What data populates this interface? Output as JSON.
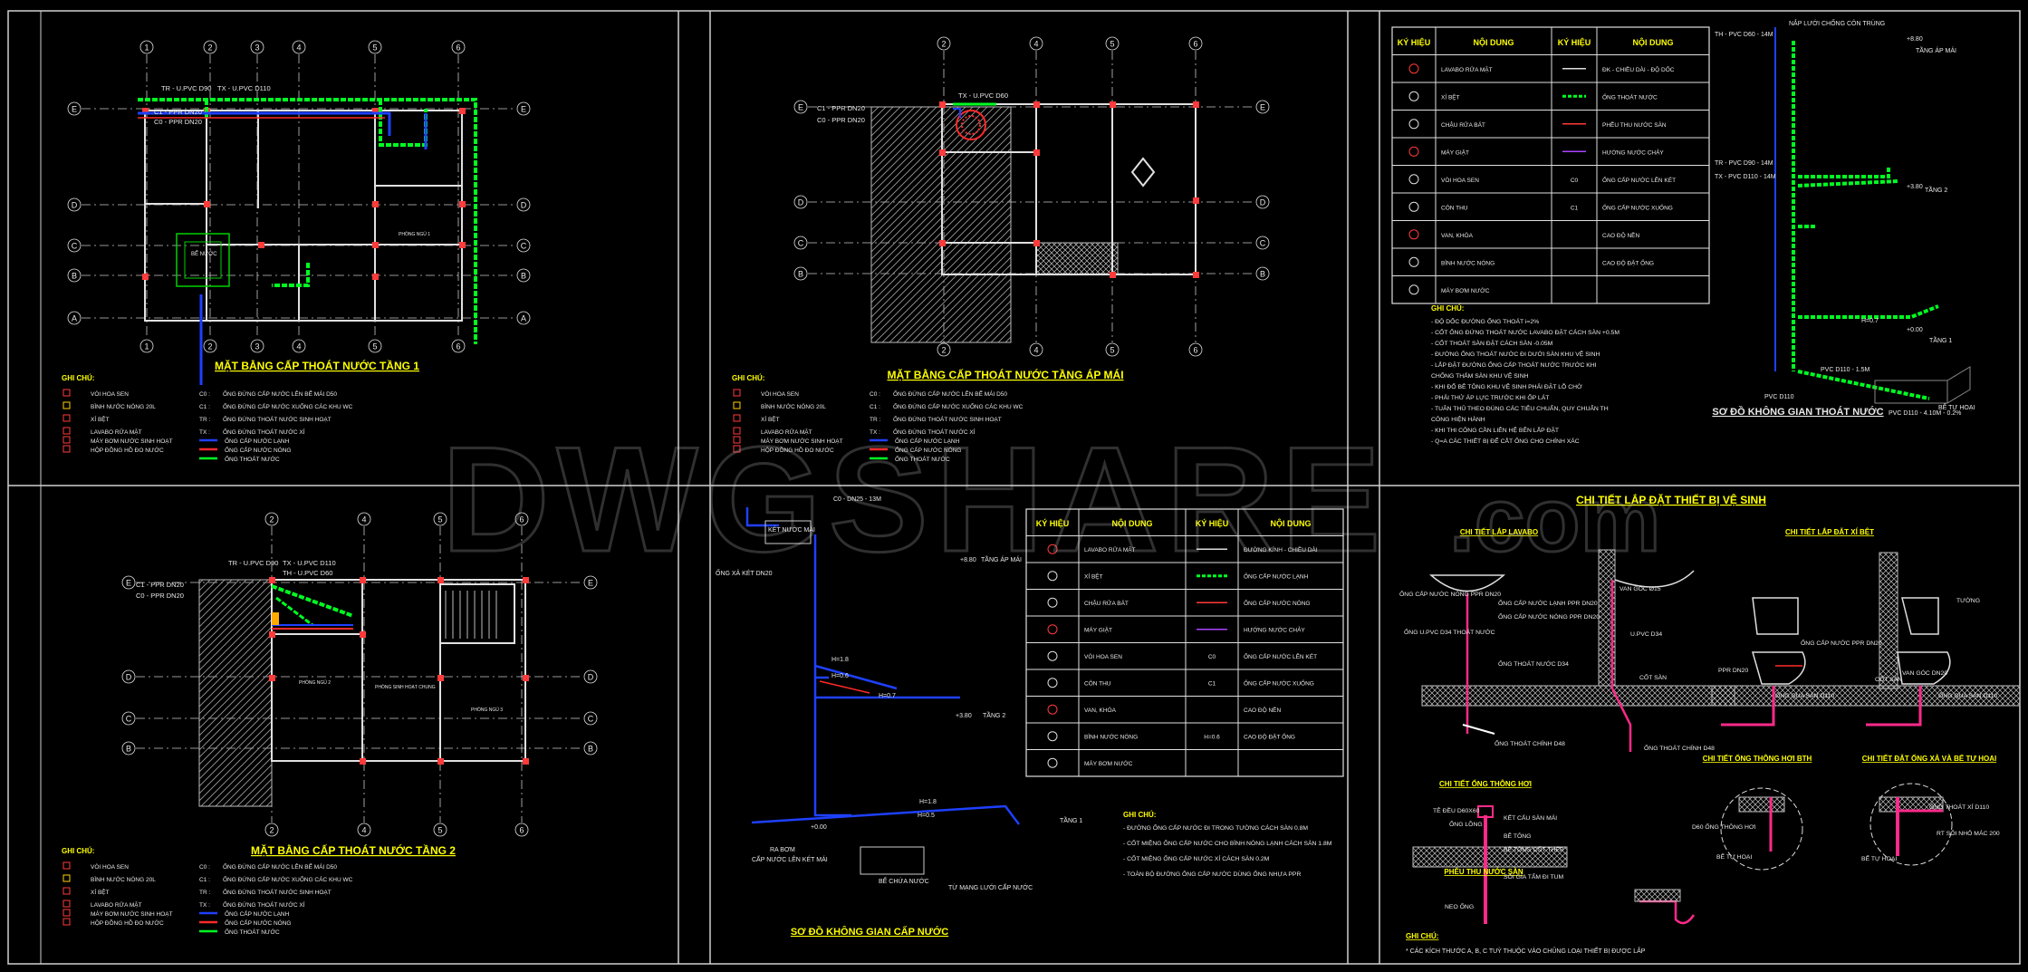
{
  "watermark": {
    "main": "DWGSHARE",
    "suffix": ".com"
  },
  "colors": {
    "background": "#000000",
    "cold_water": "#1e40ff",
    "hot_water": "#ff2a2a",
    "drain": "#00ff22",
    "title": "#ffff00",
    "frame": "#d8d8d8"
  },
  "plan1": {
    "title": "MẶT BẰNG CẤP THOÁT NƯỚC TẦNG 1",
    "axes_top": [
      "1",
      "2",
      "3",
      "4",
      "5",
      "6"
    ],
    "axes_side": [
      "E",
      "D",
      "C",
      "B",
      "A"
    ],
    "pipe_labels": [
      "TX - U.PVC D110",
      "TR - U.PVC D90",
      "C1 - PPR DN20",
      "C0 - PPR DN20"
    ],
    "room_labels": [
      "BỂ NƯỚC",
      "PHÒNG NGỦ 1"
    ],
    "legend_title": "GHI CHÚ:",
    "legend_left": [
      "VÒI HOA SEN",
      "BÌNH NƯỚC NÓNG 20L",
      "XÍ BỆT",
      "LAVABO RỬA MẶT",
      "MÁY BƠM NƯỚC SINH HOẠT",
      "HỘP ĐỒNG HỒ ĐO NƯỚC"
    ],
    "legend_codes": [
      "C0 :",
      "C1 :",
      "TR :",
      "TX :"
    ],
    "legend_right": [
      "ỐNG ĐỨNG CẤP NƯỚC LÊN BỂ MÁI D50",
      "ỐNG ĐỨNG CẤP NƯỚC XUỐNG CÁC KHU WC",
      "ỐNG ĐỨNG THOÁT NƯỚC SINH HOẠT",
      "ỐNG ĐỨNG THOÁT NƯỚC XÍ",
      "ỐNG CẤP NƯỚC LẠNH",
      "ỐNG CẤP NƯỚC NÓNG",
      "ỐNG THOÁT NƯỚC"
    ]
  },
  "plan_roof": {
    "title": "MẶT BẰNG CẤP THOÁT NƯỚC TẦNG ÁP MÁI",
    "axes_top": [
      "2",
      "4",
      "5",
      "6"
    ],
    "axes_side": [
      "E",
      "D",
      "C",
      "B"
    ],
    "pipe_labels": [
      "TX - U.PVC D60",
      "C1 - PPR DN20",
      "C0 - PPR DN20"
    ],
    "legend_title": "GHI CHÚ:",
    "legend_left": [
      "VÒI HOA SEN",
      "BÌNH NƯỚC NÓNG 20L",
      "XÍ BỆT",
      "LAVABO RỬA MẶT",
      "MÁY BƠM NƯỚC SINH HOẠT",
      "HỘP ĐỒNG HỒ ĐO NƯỚC"
    ],
    "legend_codes": [
      "C0 :",
      "C1 :",
      "TR :",
      "TX :"
    ],
    "legend_right": [
      "ỐNG ĐỨNG CẤP NƯỚC LÊN BỂ MÁI D50",
      "ỐNG ĐỨNG CẤP NƯỚC XUỐNG CÁC KHU WC",
      "ỐNG ĐỨNG THOÁT NƯỚC SINH HOẠT",
      "ỐNG ĐỨNG THOÁT NƯỚC XÍ",
      "ỐNG CẤP NƯỚC LẠNH",
      "ỐNG CẤP NƯỚC NÓNG",
      "ỐNG THOÁT NƯỚC"
    ]
  },
  "plan2": {
    "title": "MẶT BẰNG CẤP THOÁT NƯỚC TẦNG 2",
    "axes_top": [
      "2",
      "4",
      "5",
      "6"
    ],
    "axes_side": [
      "E",
      "D",
      "C",
      "B"
    ],
    "pipe_labels": [
      "TR - U.PVC D90",
      "TX - U.PVC D110",
      "TH - U.PVC D60",
      "C1 - PPR DN20",
      "C0 - PPR DN20"
    ],
    "room_labels": [
      "PHÒNG NGỦ 2",
      "PHÒNG SINH HOẠT CHUNG",
      "PHÒNG NGỦ 3"
    ],
    "legend_title": "GHI CHÚ:",
    "legend_left": [
      "VÒI HOA SEN",
      "BÌNH NƯỚC NÓNG 20L",
      "XÍ BỆT",
      "LAVABO RỬA MẶT",
      "MÁY BƠM NƯỚC SINH HOẠT",
      "HỘP ĐỒNG HỒ ĐO NƯỚC"
    ],
    "legend_codes": [
      "C0 :",
      "C1 :",
      "TR :",
      "TX :"
    ],
    "legend_right": [
      "ỐNG ĐỨNG CẤP NƯỚC LÊN BỂ MÁI D50",
      "ỐNG ĐỨNG CẤP NƯỚC XUỐNG CÁC KHU WC",
      "ỐNG ĐỨNG THOÁT NƯỚC SINH HOẠT",
      "ỐNG ĐỨNG THOÁT NƯỚC XÍ",
      "ỐNG CẤP NƯỚC LẠNH",
      "ỐNG CẤP NƯỚC NÓNG",
      "ỐNG THOÁT NƯỚC"
    ]
  },
  "symbols_table": {
    "headers": [
      "KÝ HIỆU",
      "NỘI DUNG",
      "KÝ HIỆU",
      "NỘI DUNG"
    ],
    "left": [
      "LAVABO RỬA MẶT",
      "XÍ BỆT",
      "CHẬU RỬA BÁT",
      "MÁY GIẶT",
      "VÒI HOA SEN",
      "CÔN THU",
      "VAN, KHÓA",
      "BÌNH NƯỚC NÓNG",
      "MÁY BƠM NƯỚC"
    ],
    "right": [
      "ĐK - CHIỀU DÀI - ĐỘ DỐC",
      "ỐNG THOÁT NƯỚC",
      "PHỄU THU NƯỚC SÀN",
      "HƯỚNG NƯỚC CHẢY",
      "ỐNG CẤP NƯỚC LÊN KÉT",
      "ỐNG CẤP NƯỚC XUỐNG",
      "CAO ĐỘ NỀN",
      "CAO ĐỘ ĐẶT ỐNG",
      ""
    ],
    "right_codes": [
      "",
      "",
      "",
      "",
      "C0",
      "C1",
      "",
      "",
      ""
    ]
  },
  "drain_notes": {
    "title": "GHI CHÚ:",
    "items": [
      "- ĐỘ DỐC ĐƯỜNG ỐNG THOÁT i=2%",
      "- CỐT ỐNG ĐỨNG THOÁT NƯỚC LAVABO ĐẶT CÁCH SÀN +0.5M",
      "- CỐT THOÁT SÀN ĐẶT CÁCH SÀN -0.05M",
      "- ĐƯỜNG ỐNG THOÁT NƯỚC ĐI DƯỚI SÀN KHU VỆ SINH",
      "- LẮP ĐẶT ĐƯỜNG ỐNG CẤP THOÁT NƯỚC TRƯỚC KHI",
      "  CHỐNG THẤM SÀN KHU VỆ SINH",
      "- KHI ĐỔ BÊ TÔNG KHU VỆ SINH PHẢI ĐẶT LỖ CHỜ",
      "- PHẢI THỬ ÁP LỰC TRƯỚC KHI ỐP LÁT",
      "- TUÂN THỦ THEO ĐÚNG CÁC TIÊU CHUẨN, QUY CHUẨN TH",
      "  CÔNG HIỆN HÀNH",
      "- KHI THI CÔNG CẦN LIÊN HỆ BÊN LẮP ĐẶT",
      "- Q=A CÁC THIẾT BỊ ĐỂ CẮT ỐNG CHO CHÍNH XÁC"
    ]
  },
  "drain_iso": {
    "title": "SƠ ĐỒ KHÔNG GIAN THOÁT NƯỚC",
    "labels": [
      "TH - PVC D60 - 14M",
      "NẮP LƯỚI CHỐNG CÔN TRÙNG",
      "+8.80",
      "TẦNG ÁP MÁI",
      "TR - PVC D90 - 14M",
      "TX - PVC D110 - 14M",
      "+3.80",
      "TẦNG 2",
      "H=0.7",
      "+0.00",
      "TẦNG 1",
      "PVC D110",
      "PVC D110 - 1.5M",
      "PVC D110 - 4.10M - 0.2%",
      "BỂ TỰ HOẠI"
    ]
  },
  "supply_table": {
    "headers": [
      "KÝ HIỆU",
      "NỘI DUNG",
      "KÝ HIỆU",
      "NỘI DUNG"
    ],
    "left": [
      "LAVABO RỬA MẶT",
      "XÍ BỆT",
      "CHẬU RỬA BÁT",
      "MÁY GIẶT",
      "VÒI HOA SEN",
      "CÔN THU",
      "VAN, KHÓA",
      "BÌNH NƯỚC NÓNG",
      "MÁY BƠM NƯỚC"
    ],
    "right": [
      "ĐƯỜNG KÍNH - CHIỀU DÀI",
      "ỐNG CẤP NƯỚC LẠNH",
      "ỐNG CẤP NƯỚC NÓNG",
      "HƯỚNG NƯỚC CHẢY",
      "ỐNG CẤP NƯỚC LÊN KÉT",
      "ỐNG CẤP NƯỚC XUỐNG",
      "CAO ĐỘ NỀN",
      "CAO ĐỘ ĐẶT ỐNG",
      ""
    ],
    "right_codes": [
      "",
      "",
      "",
      "",
      "C0",
      "C1",
      "",
      "H=0.6",
      ""
    ]
  },
  "supply_notes": {
    "title": "GHI CHÚ:",
    "items": [
      "- ĐƯỜNG ỐNG CẤP NƯỚC ĐI TRONG TƯỜNG CÁCH SÀN 0.8M",
      "- CỐT MIỆNG ỐNG CẤP NƯỚC CHO BÌNH NÓNG LẠNH CÁCH SÀN 1.8M",
      "- CỐT MIỆNG ỐNG CẤP NƯỚC XÍ CÁCH SÀN 0.2M",
      "- TOÀN BỘ ĐƯỜNG ỐNG CẤP NƯỚC DÙNG ỐNG NHỰA PPR"
    ]
  },
  "supply_iso": {
    "title": "SƠ ĐỒ KHÔNG GIAN CẤP NƯỚC",
    "labels": [
      "C0 - DN25 - 13M",
      "KÉT NƯỚC MÁI",
      "ỐNG XẢ KÉT DN20",
      "+8.80",
      "TẦNG ÁP MÁI",
      "H=1.8",
      "H=0.6",
      "H=0.7",
      "+3.80",
      "TẦNG 2",
      "H=1.8",
      "H=0.5",
      "+0.00",
      "TẦNG 1",
      "RA BƠM",
      "CẤP NƯỚC LÊN KÉT MÁI",
      "BỂ CHỨA NƯỚC",
      "TỪ MẠNG LƯỚI CẤP NƯỚC"
    ]
  },
  "detail": {
    "title": "CHI TIẾT LẮP ĐẶT THIẾT BỊ VỆ SINH",
    "lavabo_title": "CHI TIẾT LẮP LAVABO",
    "wc_title": "CHI TIẾT LẮP ĐẶT XÍ BỆT",
    "lavabo_labels": [
      "ỐNG CẤP NƯỚC NÓNG PPR DN20",
      "ỐNG CẤP NƯỚC LẠNH PPR DN20",
      "ỐNG CẤP NƯỚC NÓNG PPR DN20",
      "VAN GÓC Ø15",
      "U.PVC D34",
      "ỐNG U.PVC D34 THOÁT NƯỚC",
      "ỐNG THOÁT NƯỚC D34",
      "CỐT SÀN",
      "ỐNG THOÁT CHÍNH D48",
      "ỐNG THOÁT CHÍNH D48"
    ],
    "wc_labels": [
      "TƯỜNG",
      "PPR DN20",
      "ỐNG CẤP NƯỚC PPR DN20",
      "VAN GÓC DN20",
      "CỐT SÀN",
      "ỐNG QUA SÀN D110",
      "ỐNG QUA SÀN D110"
    ],
    "vent_title": "CHI TIẾT ỐNG THÔNG HƠI",
    "vent_labels": [
      "TÊ ĐỀU D60X60",
      "ỐNG LỒNG",
      "KẾT CẤU SÀN MÁI",
      "BÊ TÔNG",
      "BÊ TÔNG CỐT THÉP",
      "SỎI GIA TẨM ĐI TUM",
      "NEO ỐNG"
    ],
    "floor_drain_title": "PHỄU THU NƯỚC SÀN",
    "vent_tank_title": "CHI TIẾT ỐNG THÔNG HƠI BTH",
    "vent_tank_labels": [
      "D60 ỐNG THÔNG HƠI",
      "BỂ TỰ HOẠI"
    ],
    "wc_tank_title": "CHI TIẾT ĐẶT ỐNG XẢ VÀ BỂ TỰ HOẠI",
    "wc_tank_labels": [
      "ỐNG THOÁT XÍ D110",
      "RT SỎI NHỎ MÁC 200",
      "BỂ TỰ HOẠI"
    ],
    "notes_title": "GHI CHÚ:",
    "note": "* CÁC KÍCH THƯỚC A, B, C TUỲ THUỘC VÀO CHỦNG LOẠI THIẾT BỊ ĐƯỢC LẮP"
  }
}
